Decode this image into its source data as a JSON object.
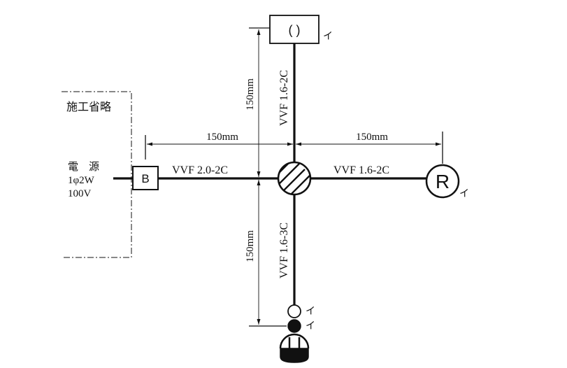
{
  "construction_omitted_label": "施工省略",
  "power_source": {
    "line1": "電　源",
    "line2": "1φ2W",
    "line3": "100V"
  },
  "breaker_symbol": "B",
  "junction_box_hatch": true,
  "ceiling_light_symbol": "( )",
  "receptacle_light_symbol": "R",
  "switch_marker": "イ",
  "cables": {
    "left": "VVF 2.0-2C",
    "right": "VVF 1.6-2C",
    "up": "VVF 1.6-2C",
    "down": "VVF 1.6-3C"
  },
  "dimensions": {
    "left": "150mm",
    "right": "150mm",
    "up": "150mm",
    "down": "150mm"
  },
  "labels_i": {
    "ceiling": "イ",
    "receptacle": "イ",
    "pilot_lamp": "イ",
    "switch": "イ"
  }
}
